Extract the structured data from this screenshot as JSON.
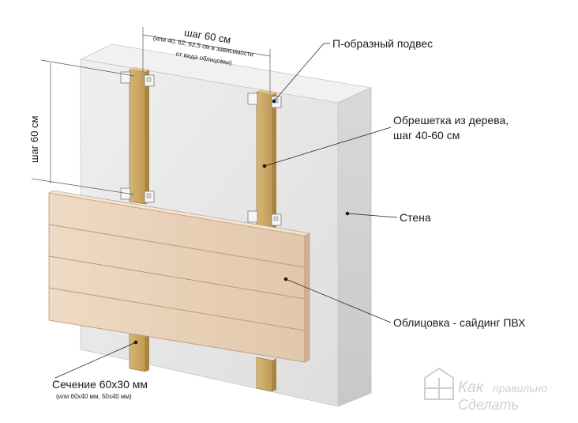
{
  "dimensions": {
    "horizontal_step": "шаг 60 см",
    "horizontal_note_1": "(или 40, 62, 62,5 см в зависимости",
    "horizontal_note_2": "от вида облицовки)",
    "vertical_step": "шаг 60 см"
  },
  "callouts": {
    "hanger": "П-образный подвес",
    "battens_line1": "Обрешетка из дерева,",
    "battens_line2": "шаг 40-60 см",
    "wall": "Стена",
    "cladding": "Облицовка - сайдинг ПВХ",
    "section": "Сечение 60x30 мм",
    "section_note": "(или 60x40 мм, 50x40 мм)"
  },
  "watermark": {
    "line1": "Как",
    "line1b": "правильно",
    "line2": "Сделать"
  },
  "colors": {
    "wall_front": "#e6e6e6",
    "wall_side": "#d2d2d2",
    "wall_top": "#efefef",
    "wood": "#c9a562",
    "wood_dark": "#a88443",
    "siding": "#ead3ba",
    "siding_line": "#b89b80",
    "leader": "#1a1a1a"
  }
}
